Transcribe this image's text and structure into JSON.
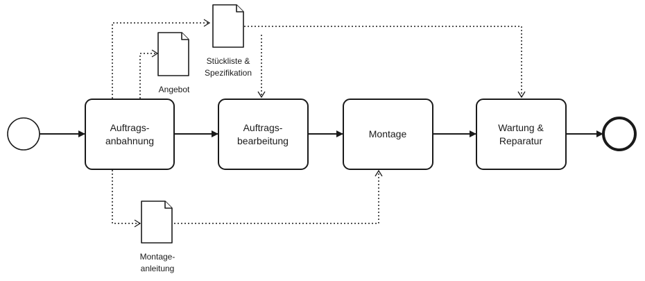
{
  "tasks": {
    "auftragsanbahnung": [
      "Auftrags-",
      "anbahnung"
    ],
    "auftragsbearbeitung": [
      "Auftrags-",
      "bearbeitung"
    ],
    "montage": [
      "Montage"
    ],
    "wartung": [
      "Wartung &",
      "Reparatur"
    ]
  },
  "documents": {
    "angebot": [
      "Angebot"
    ],
    "stueckliste": [
      "Stückliste &",
      "Spezifikation"
    ],
    "montageanleitung": [
      "Montage-",
      "anleitung"
    ]
  }
}
